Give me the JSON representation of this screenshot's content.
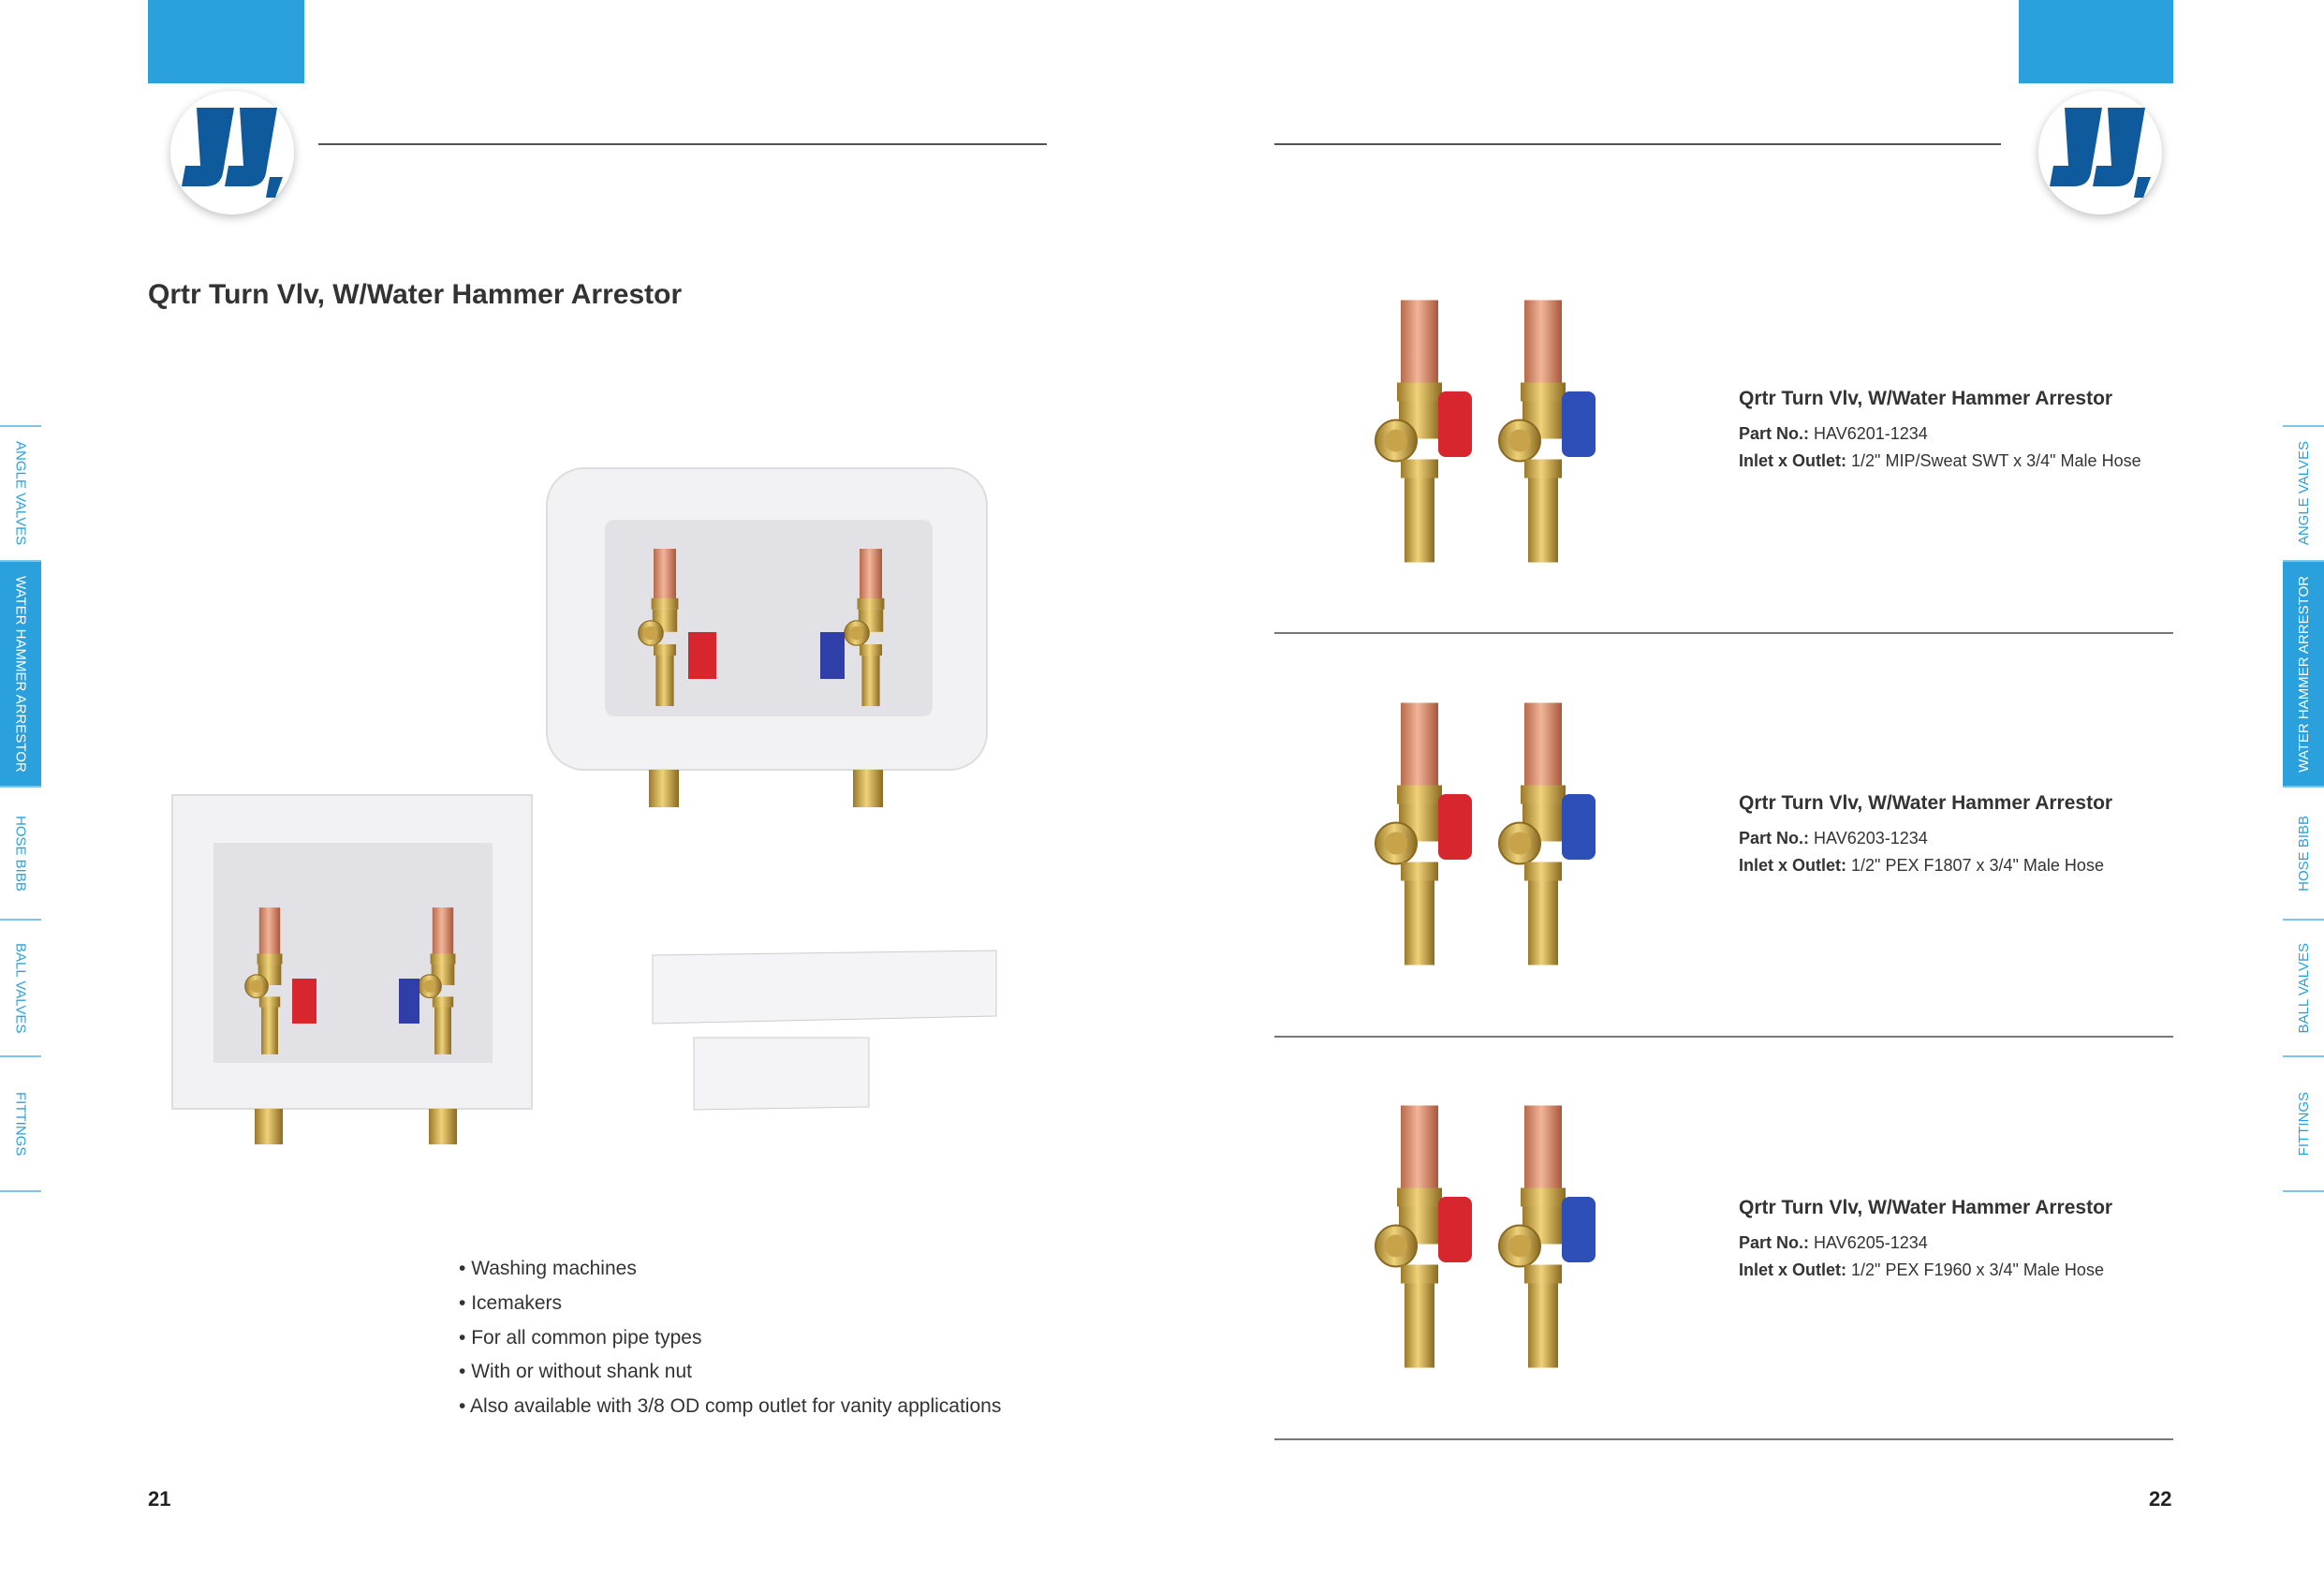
{
  "brand": {
    "logo_text": "JJ",
    "accent_color": "#2aa0dc",
    "logo_color": "#0f5a9c"
  },
  "left_page": {
    "title": "Qrtr Turn Vlv, W/Water Hammer Arrestor",
    "features": [
      "Washing machines",
      "Icemakers",
      "For all common pipe types",
      "With or without shank nut",
      "Also available with 3/8 OD comp outlet for vanity applications"
    ],
    "page_number": "21"
  },
  "right_page": {
    "page_number": "22",
    "products": [
      {
        "title": "Qrtr Turn Vlv, W/Water Hammer Arrestor",
        "part_label": "Part No.:",
        "part_no": "HAV6201-1234",
        "io_label": "Inlet x Outlet:",
        "io_value": "1/2\" MIP/Sweat SWT  x 3/4\" Male Hose"
      },
      {
        "title": "Qrtr Turn Vlv, W/Water Hammer Arrestor",
        "part_label": "Part No.:",
        "part_no": "HAV6203-1234",
        "io_label": "Inlet x Outlet:",
        "io_value": "1/2\" PEX F1807 x 3/4\" Male Hose"
      },
      {
        "title": "Qrtr Turn Vlv, W/Water Hammer Arrestor",
        "part_label": "Part No.:",
        "part_no": "HAV6205-1234",
        "io_label": "Inlet x Outlet:",
        "io_value": "1/2\" PEX F1960 x 3/4\" Male Hose"
      }
    ]
  },
  "side_tabs": [
    {
      "label": "ANGLE VALVES"
    },
    {
      "label": "WATER HAMMER ARRESTOR",
      "active": true
    },
    {
      "label": "HOSE BIBB"
    },
    {
      "label": "BALL VALVES"
    },
    {
      "label": "FITTINGS"
    }
  ]
}
